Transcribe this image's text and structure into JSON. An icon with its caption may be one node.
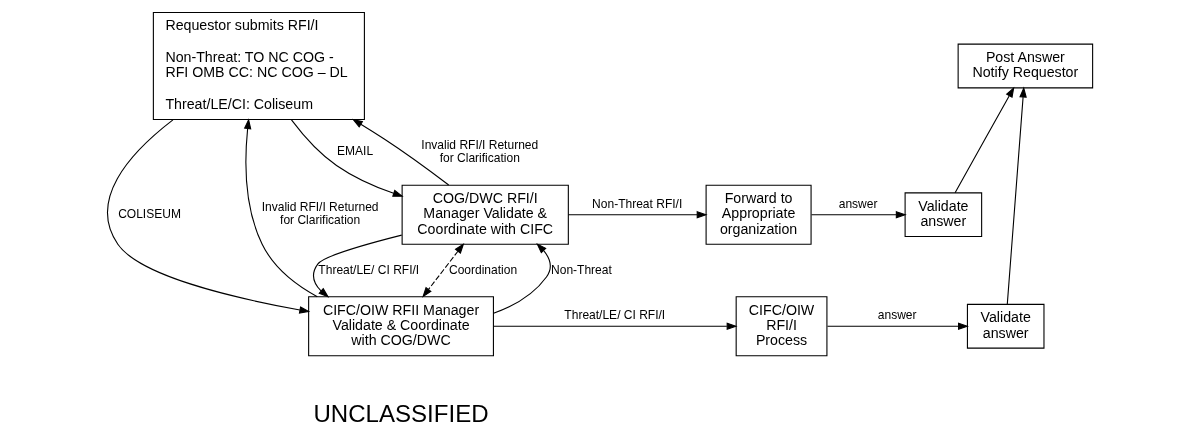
{
  "diagram": {
    "nodes": [
      {
        "text": [
          "Requestor submits RFI/I",
          "Non-Threat: TO NC COG - RFI OMB CC: NC COG – DL",
          "Threat/LE/CI: Coliseum"
        ]
      },
      {
        "text": [
          "COG/DWC RFI/I Manager Validate & Coordinate with CIFC"
        ]
      },
      {
        "text": [
          "CIFC/OIW RFII Manager Validate & Coordinate with COG/DWC"
        ]
      },
      {
        "text": [
          "Forward to Appropriate organization"
        ]
      },
      {
        "text": [
          "Validate answer"
        ]
      },
      {
        "text": [
          "Post Answer Notify Requestor"
        ]
      },
      {
        "text": [
          "CIFC/OIW RFI/I Process"
        ]
      },
      {
        "text": [
          "Validate answer"
        ]
      }
    ],
    "edges": [
      {
        "from": 1,
        "to": 0,
        "arrow": "to",
        "label": "Invalid RFI/I Returned for Clarification"
      },
      {
        "from": 0,
        "to": 1,
        "arrow": "to",
        "label": "EMAIL"
      },
      {
        "from": 0,
        "to": 2,
        "arrow": "to",
        "label": "COLISEUM"
      },
      {
        "from": 1,
        "to": 2,
        "arrow": "to",
        "label": "Threat/LE/ CI RFI/I"
      },
      {
        "from": 2,
        "to": 1,
        "arrow": "to",
        "label": "Non-Threat"
      },
      {
        "from": 1,
        "to": 2,
        "arrow": "both",
        "label": "Coordination",
        "style": "dashed"
      },
      {
        "from": 1,
        "to": 3,
        "arrow": "to",
        "label": "Non-Threat RFI/I"
      },
      {
        "from": 3,
        "to": 4,
        "arrow": "to",
        "label": "answer"
      },
      {
        "from": 4,
        "to": 5,
        "arrow": "to"
      },
      {
        "from": 2,
        "to": 6,
        "arrow": "to",
        "label": "Threat/LE/ CI RFI/I"
      },
      {
        "from": 6,
        "to": 7,
        "arrow": "to",
        "label": "answer"
      },
      {
        "from": 7,
        "to": 5,
        "arrow": "to"
      },
      {
        "from": 2,
        "to": 0,
        "arrow": "to",
        "label": "Invalid RFI/I Returned for Clarification"
      }
    ],
    "labels": [
      "UNCLASSIFIED"
    ]
  }
}
